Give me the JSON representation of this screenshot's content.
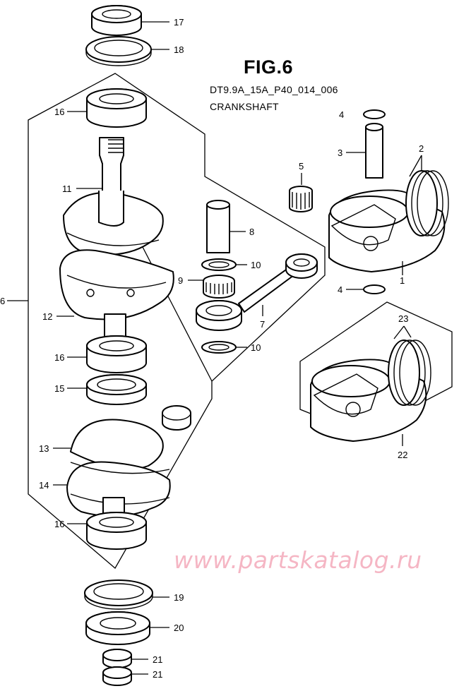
{
  "header": {
    "title": "FIG.6",
    "code": "DT9.9A_15A_P40_014_006",
    "name": "CRANKSHAFT"
  },
  "watermark": "www.partskatalog.ru",
  "callouts": {
    "c1": "1",
    "c2": "2",
    "c3": "3",
    "c4a": "4",
    "c4b": "4",
    "c5": "5",
    "c6": "6",
    "c7": "7",
    "c8": "8",
    "c9": "9",
    "c10a": "10",
    "c10b": "10",
    "c11": "11",
    "c12": "12",
    "c13": "13",
    "c14": "14",
    "c15": "15",
    "c16a": "16",
    "c16b": "16",
    "c16c": "16",
    "c17": "17",
    "c18": "18",
    "c19": "19",
    "c20": "20",
    "c21a": "21",
    "c21b": "21",
    "c22": "22",
    "c23": "23"
  }
}
